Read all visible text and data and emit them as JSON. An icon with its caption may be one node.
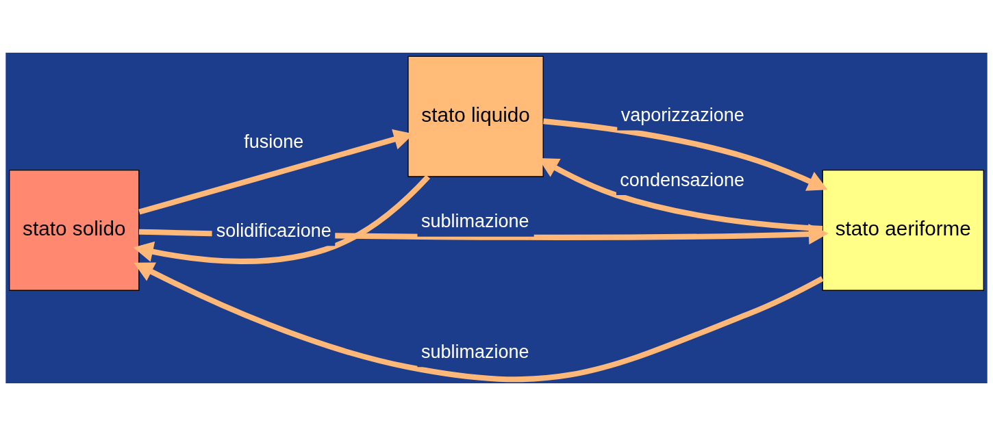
{
  "diagram": {
    "nodes": [
      {
        "text": [
          "stato solido"
        ]
      },
      {
        "text": [
          "stato liquido"
        ]
      },
      {
        "text": [
          "stato aeriforme"
        ]
      }
    ],
    "edges": [
      {
        "from": 2,
        "to": 0,
        "arrow": "to",
        "label": "sublimazione"
      },
      {
        "from": 1,
        "to": 0,
        "arrow": "to",
        "label": "solidificazione"
      },
      {
        "from": 0,
        "to": 1,
        "arrow": "to",
        "label": "fusione"
      },
      {
        "from": 2,
        "to": 1,
        "arrow": "to",
        "label": "condensazione"
      },
      {
        "from": 1,
        "to": 2,
        "arrow": "to",
        "label": "vaporizzazione"
      },
      {
        "from": 0,
        "to": 2,
        "arrow": "to",
        "label": "sublimazione"
      }
    ]
  }
}
